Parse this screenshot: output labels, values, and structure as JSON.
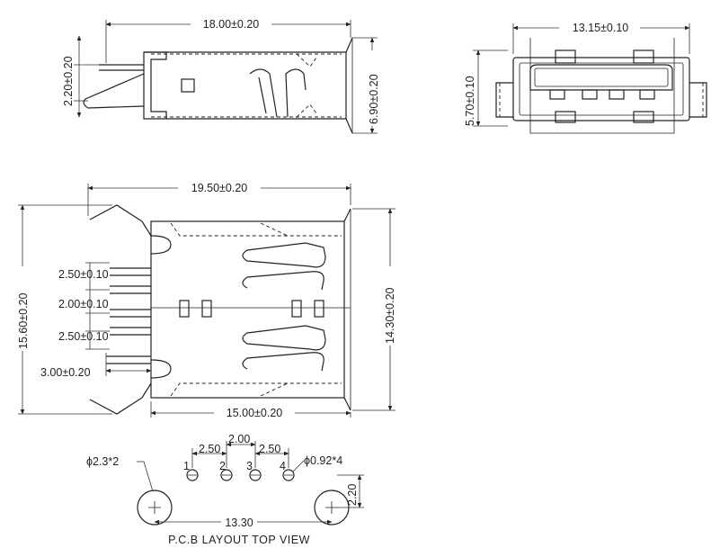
{
  "side_view": {
    "length": "18.00±0.20",
    "pin_offset": "2.20±0.20",
    "height": "6.90±0.20"
  },
  "front_view": {
    "width": "13.15±0.10",
    "height": "5.70±0.10"
  },
  "top_view": {
    "overall_length": "19.50±0.20",
    "overall_width": "15.60±0.20",
    "body_width": "14.30±0.20",
    "body_length": "15.00±0.20",
    "pitch_1": "2.50±0.10",
    "pitch_2": "2.00±0.10",
    "pitch_3": "2.50±0.10",
    "tail": "3.00±0.20"
  },
  "pcb_layout": {
    "title": "P.C.B LAYOUT TOP VIEW",
    "mount_hole": "ϕ2.3*2",
    "pin_hole": "ϕ0.92*4",
    "pitch_left": "2.50",
    "pitch_mid": "2.00",
    "pitch_right": "2.50",
    "offset": "2.20",
    "span": "13.30",
    "pin_numbers": [
      "1",
      "2",
      "3",
      "4"
    ]
  }
}
